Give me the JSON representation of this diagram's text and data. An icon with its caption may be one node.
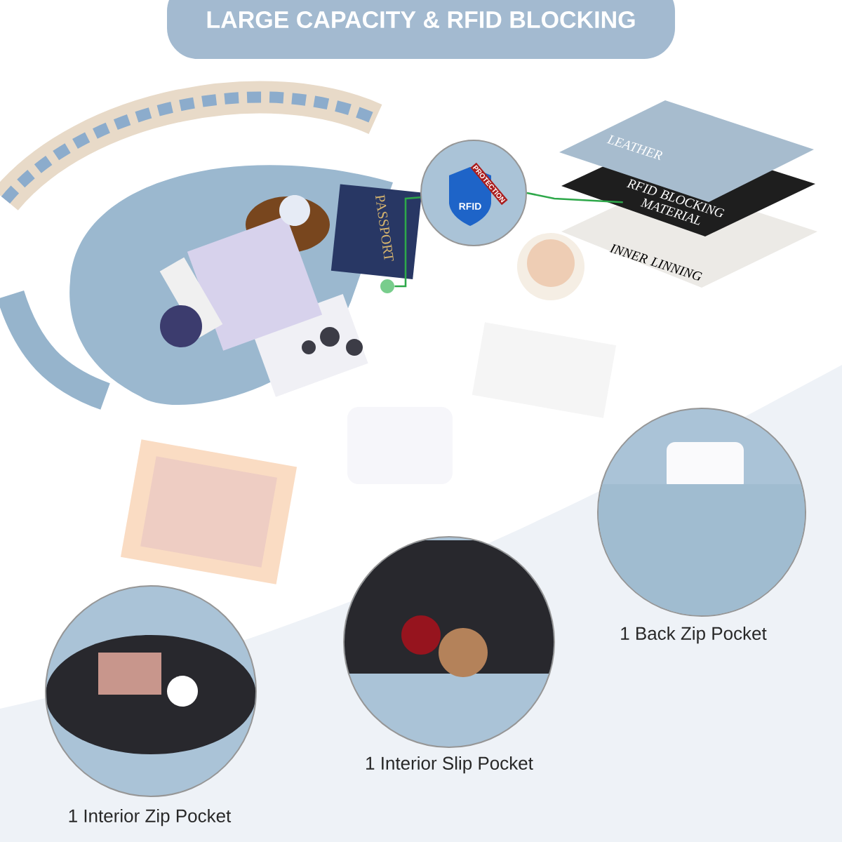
{
  "diagram": {
    "title": "LARGE CAPACITY & RFID BLOCKING",
    "nodes": [
      {
        "text": [],
        "shape": "circle"
      },
      {
        "text": [],
        "shape": "picture"
      },
      {
        "text": [
          "LEATHER"
        ]
      },
      {
        "text": [
          "RFID BLOCKING MATERIAL"
        ]
      },
      {
        "text": [
          "INNER LINNING"
        ]
      },
      {
        "text": [],
        "shape": "picture",
        "beside": [
          "1 Back Zip Pocket"
        ]
      },
      {
        "text": [],
        "shape": "picture",
        "beside": [
          "1 Interior Slip Pocket"
        ]
      },
      {
        "text": [],
        "shape": "picture",
        "beside": [
          "1 Interior Zip Pocket"
        ]
      }
    ],
    "edges": [
      {
        "from": 0,
        "to": 1,
        "arrow": "none"
      },
      {
        "from": 1,
        "to": 3,
        "arrow": "none"
      }
    ],
    "labels": [
      "PASSPORT",
      "PROTECTION",
      "RFID"
    ]
  }
}
